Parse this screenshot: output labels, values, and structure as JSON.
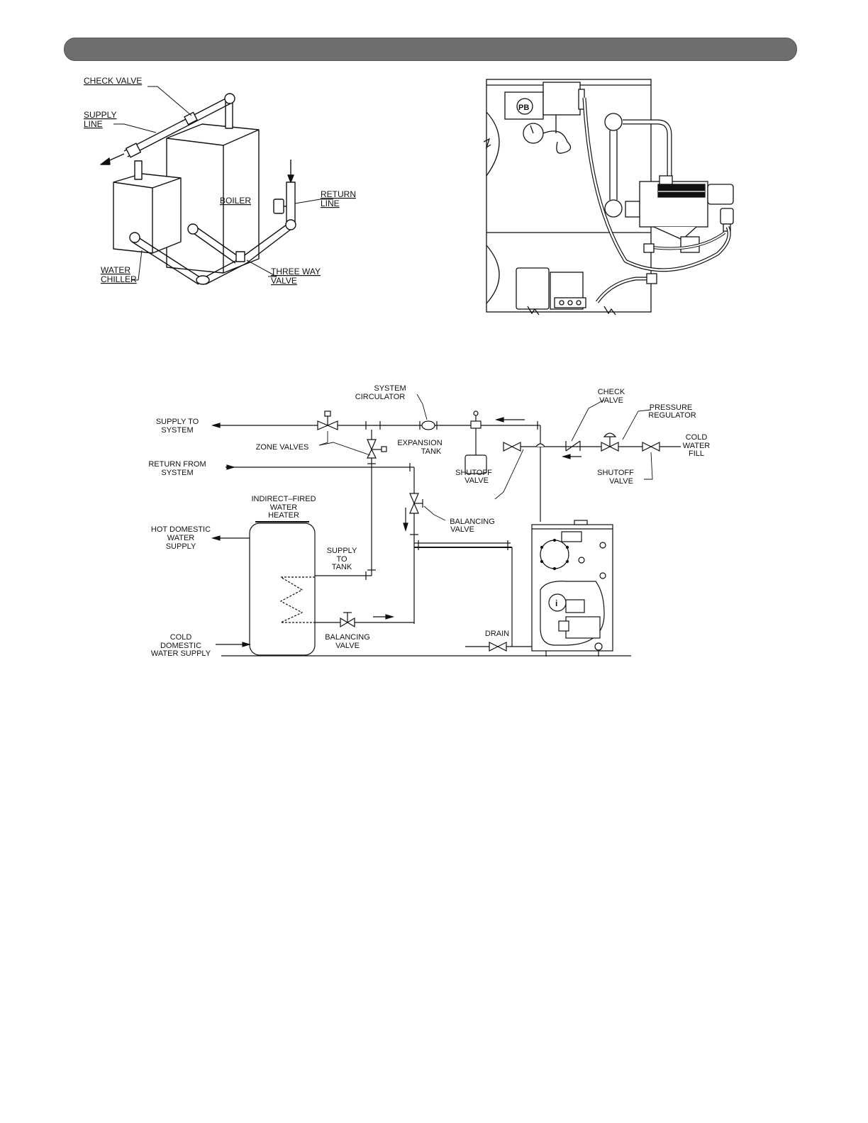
{
  "colors": {
    "header_bar": "#6e6e6e",
    "line": "#111111"
  },
  "figure_top_left": {
    "labels": {
      "check_valve": "CHECK VALVE",
      "supply_1": "SUPPLY",
      "supply_2": "LINE",
      "boiler": "BOILER",
      "return_1": "RETURN",
      "return_2": "LINE",
      "chiller_1": "WATER",
      "chiller_2": "CHILLER",
      "three_way_1": "THREE WAY",
      "three_way_2": "VALVE"
    }
  },
  "figure_top_right": {
    "logo_text": "PB"
  },
  "figure_bottom": {
    "labels": {
      "system_circulator_1": "SYSTEM",
      "system_circulator_2": "CIRCULATOR",
      "check_valve_1": "CHECK",
      "check_valve_2": "VALVE",
      "pressure_regulator_1": "PRESSURE",
      "pressure_regulator_2": "REGULATOR",
      "supply_to_system_1": "SUPPLY TO",
      "supply_to_system_2": "SYSTEM",
      "zone_valves": "ZONE VALVES",
      "expansion_tank_1": "EXPANSION",
      "expansion_tank_2": "TANK",
      "cold_water_fill_1": "COLD",
      "cold_water_fill_2": "WATER",
      "cold_water_fill_3": "FILL",
      "return_from_system_1": "RETURN FROM",
      "return_from_system_2": "SYSTEM",
      "shutoff_valve_left_1": "SHUTOFF",
      "shutoff_valve_left_2": "VALVE",
      "shutoff_valve_right_1": "SHUTOFF",
      "shutoff_valve_right_2": "VALVE",
      "water_heater_1": "INDIRECT–FIRED",
      "water_heater_2": "WATER",
      "water_heater_3": "HEATER",
      "balancing_valve_upper_1": "BALANCING",
      "balancing_valve_upper_2": "VALVE",
      "hot_domestic_1": "HOT DOMESTIC",
      "hot_domestic_2": "WATER",
      "hot_domestic_3": "SUPPLY",
      "supply_to_tank_1": "SUPPLY",
      "supply_to_tank_2": "TO",
      "supply_to_tank_3": "TANK",
      "drain": "DRAIN",
      "cold_domestic_1": "COLD",
      "cold_domestic_2": "DOMESTIC",
      "cold_domestic_3": "WATER SUPPLY",
      "balancing_valve_lower_1": "BALANCING",
      "balancing_valve_lower_2": "VALVE",
      "burner_info_glyph": "i"
    }
  }
}
